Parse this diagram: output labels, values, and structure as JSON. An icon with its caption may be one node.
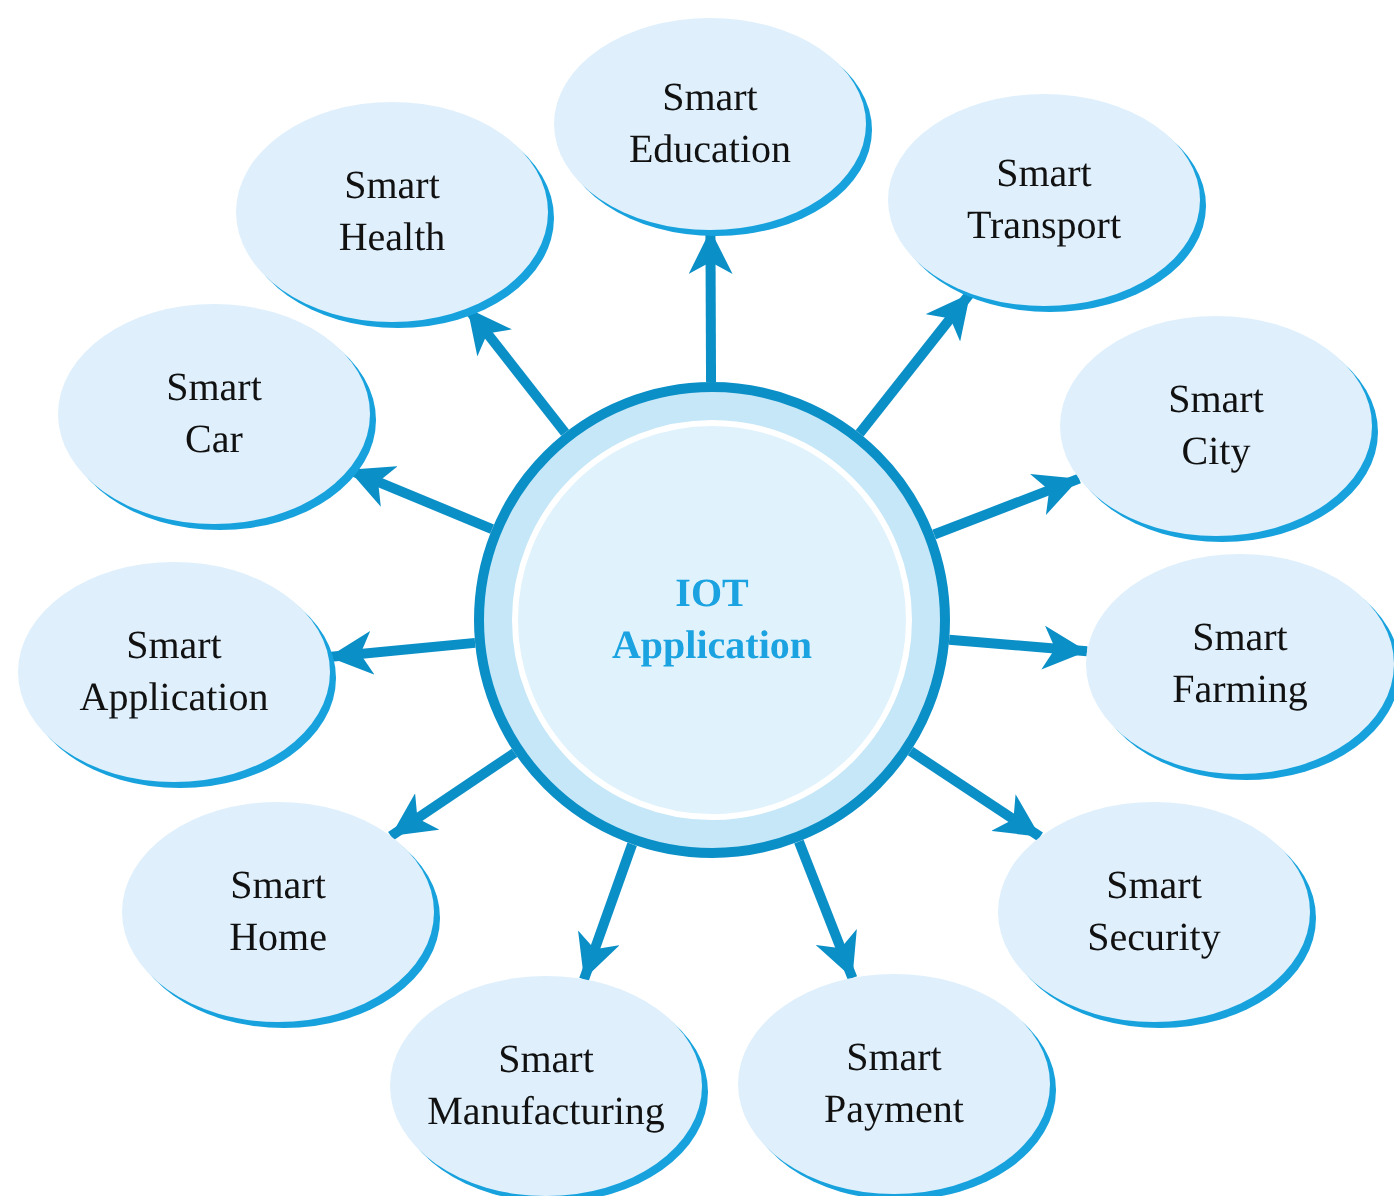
{
  "diagram": {
    "nodes": [
      {
        "text": [
          "IOT Application"
        ]
      },
      {
        "text": [
          "Smart Education"
        ]
      },
      {
        "text": [
          "Smart Transport"
        ]
      },
      {
        "text": [
          "Smart City"
        ]
      },
      {
        "text": [
          "Smart Farming"
        ]
      },
      {
        "text": [
          "Smart Security"
        ]
      },
      {
        "text": [
          "Smart Payment"
        ]
      },
      {
        "text": [
          "Smart Manufacturing"
        ]
      },
      {
        "text": [
          "Smart Home"
        ]
      },
      {
        "text": [
          "Smart Application"
        ]
      },
      {
        "text": [
          "Smart Car"
        ]
      },
      {
        "text": [
          "Smart Health"
        ]
      }
    ],
    "edges": [
      {
        "from": 0,
        "to": 1,
        "arrow": "to"
      },
      {
        "from": 0,
        "to": 2,
        "arrow": "to"
      },
      {
        "from": 0,
        "to": 3,
        "arrow": "to"
      },
      {
        "from": 0,
        "to": 4,
        "arrow": "to"
      },
      {
        "from": 0,
        "to": 5,
        "arrow": "to"
      },
      {
        "from": 0,
        "to": 6,
        "arrow": "to"
      },
      {
        "from": 0,
        "to": 7,
        "arrow": "to"
      },
      {
        "from": 0,
        "to": 8,
        "arrow": "to"
      },
      {
        "from": 0,
        "to": 9,
        "arrow": "to"
      },
      {
        "from": 0,
        "to": 10,
        "arrow": "to"
      },
      {
        "from": 0,
        "to": 11,
        "arrow": "to"
      }
    ]
  }
}
